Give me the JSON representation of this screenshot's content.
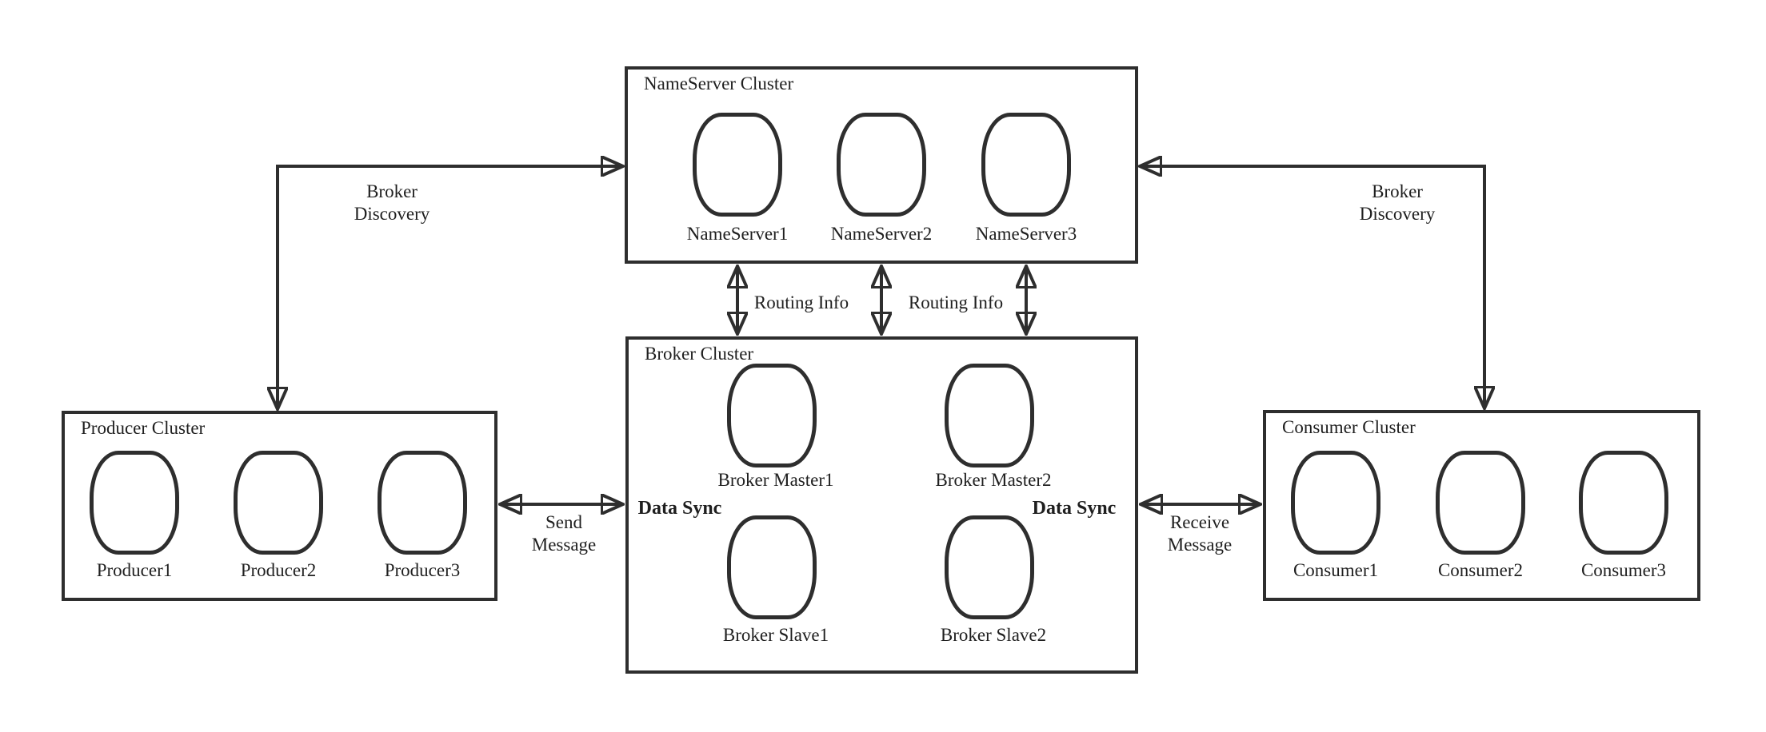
{
  "colors": {
    "stroke": "#2e2e2e",
    "text": "#1f1f1f",
    "background": "#ffffff"
  },
  "clusters": {
    "nameserver": {
      "title": "NameServer Cluster",
      "nodes": [
        "NameServer1",
        "NameServer2",
        "NameServer3"
      ]
    },
    "broker": {
      "title": "Broker Cluster",
      "nodes": [
        "Broker Master1",
        "Broker Master2",
        "Broker Slave1",
        "Broker Slave2"
      ]
    },
    "producer": {
      "title": "Producer Cluster",
      "nodes": [
        "Producer1",
        "Producer2",
        "Producer3"
      ]
    },
    "consumer": {
      "title": "Consumer Cluster",
      "nodes": [
        "Consumer1",
        "Consumer2",
        "Consumer3"
      ]
    }
  },
  "edges": {
    "broker_discovery_left": [
      "Broker",
      "Discovery"
    ],
    "broker_discovery_right": [
      "Broker",
      "Discovery"
    ],
    "routing_info_left": "Routing Info",
    "routing_info_right": "Routing Info",
    "send_message": [
      "Send",
      "Message"
    ],
    "receive_message": [
      "Receive",
      "Message"
    ],
    "data_sync_left": "Data Sync",
    "data_sync_right": "Data Sync"
  }
}
